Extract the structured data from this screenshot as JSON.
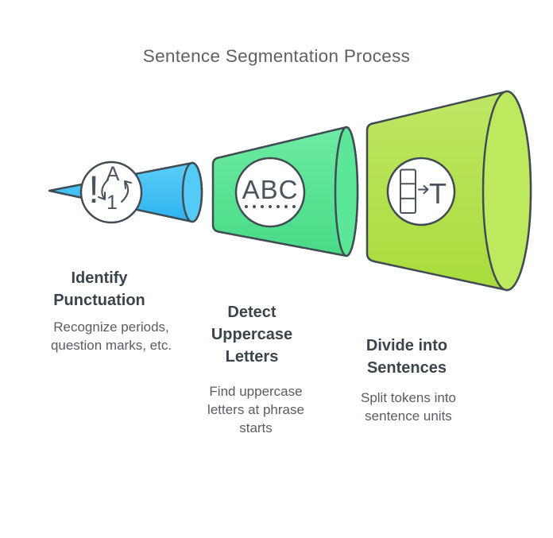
{
  "title": "Sentence Segmentation Process",
  "colors": {
    "stage1_blue": "#41c3f4",
    "stage2_green": "#57e597",
    "stage3_lime": "#b2e14e",
    "outline": "#414b54",
    "heading_text": "#3a444c",
    "body_text": "#585d63",
    "title_text": "#5c6166"
  },
  "stages": [
    {
      "name": "identify-punctuation",
      "title_lines": [
        "Identify",
        "Punctuation"
      ],
      "subtitle_lines": [
        "Recognize periods,",
        "question marks, etc."
      ],
      "icon": "punctuation-case-swap-icon",
      "glyphs": {
        "exclamation": "!",
        "letter": "A",
        "number": "1"
      }
    },
    {
      "name": "detect-uppercase-letters",
      "title_lines": [
        "Detect",
        "Uppercase",
        "Letters"
      ],
      "subtitle_lines": [
        "Find uppercase",
        "letters at phrase",
        "starts"
      ],
      "icon": "abc-dotted-underline-icon",
      "glyphs": {
        "letters": "ABC"
      }
    },
    {
      "name": "divide-into-sentences",
      "title_lines": [
        "Divide into",
        "Sentences"
      ],
      "subtitle_lines": [
        "Split tokens into",
        "sentence units"
      ],
      "icon": "token-column-to-text-icon",
      "glyphs": {
        "arrow": "→",
        "letter": "T"
      }
    }
  ]
}
